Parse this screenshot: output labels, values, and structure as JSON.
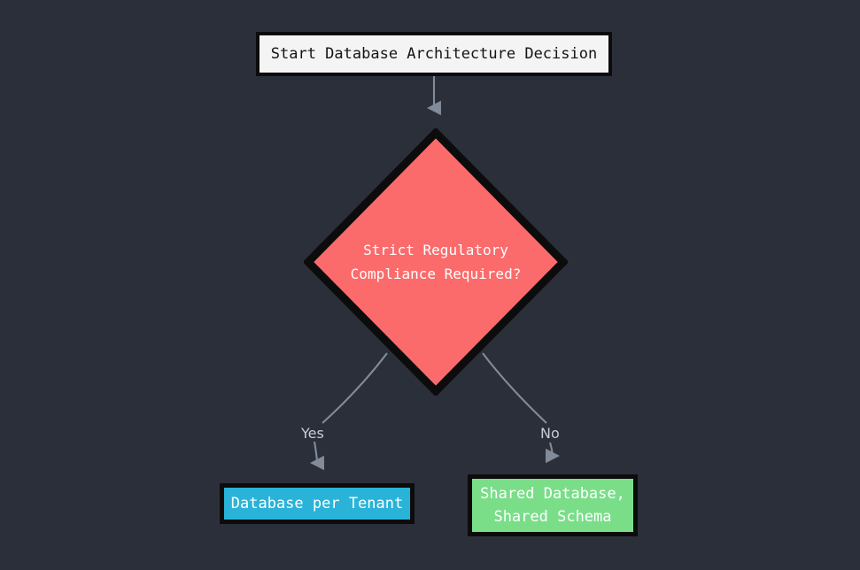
{
  "diagram": {
    "type": "flowchart",
    "background_color": "#2b2f3a",
    "edge_color": "#828b99",
    "nodes": [
      {
        "id": "start",
        "shape": "rectangle",
        "label": "Start Database Architecture Decision",
        "fill": "#f4f4f4",
        "text_color": "#141414",
        "border_color": "#0c0c0c"
      },
      {
        "id": "decision",
        "shape": "diamond",
        "label": "Strict Regulatory\nCompliance Required?",
        "fill": "#fb6b6b",
        "text_color": "#ffffff",
        "border_color": "#0c0c0c"
      },
      {
        "id": "tenant",
        "shape": "rectangle",
        "label": "Database per Tenant",
        "fill": "#29b3d8",
        "text_color": "#ffffff",
        "border_color": "#0c0c0c"
      },
      {
        "id": "shared",
        "shape": "rectangle",
        "label": "Shared Database,\nShared Schema",
        "fill": "#7ade89",
        "text_color": "#ffffff",
        "border_color": "#0c0c0c"
      }
    ],
    "edges": [
      {
        "id": "start-to-decision",
        "from": "start",
        "to": "decision",
        "label": ""
      },
      {
        "id": "decision-to-tenant",
        "from": "decision",
        "to": "tenant",
        "label": "Yes"
      },
      {
        "id": "decision-to-shared",
        "from": "decision",
        "to": "shared",
        "label": "No"
      }
    ]
  }
}
